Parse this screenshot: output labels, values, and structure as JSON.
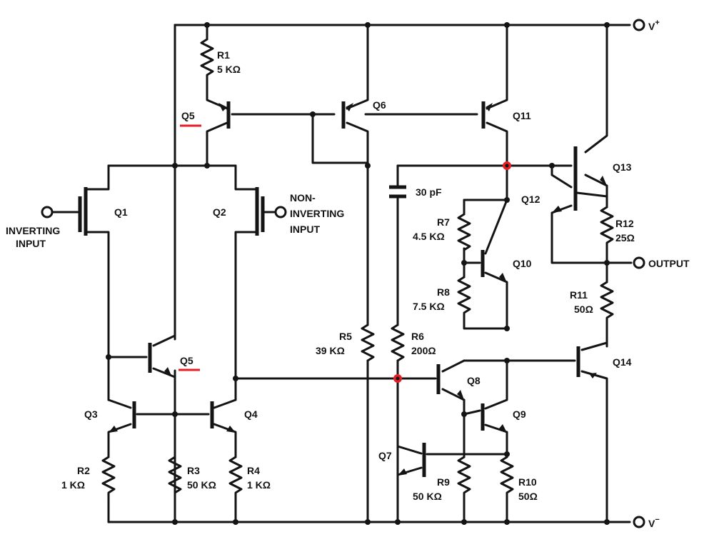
{
  "terminals": {
    "vplus": "V",
    "vplus_sup": "+",
    "vminus": "V",
    "vminus_sup": "−",
    "output": "OUTPUT",
    "inverting_1": "INVERTING",
    "inverting_2": "INPUT",
    "noninverting_1": "NON-",
    "noninverting_2": "INVERTING",
    "noninverting_3": "INPUT"
  },
  "transistors": {
    "q1": "Q1",
    "q2": "Q2",
    "q3": "Q3",
    "q4": "Q4",
    "q5_top": "Q5",
    "q5_bottom": "Q5",
    "q6": "Q6",
    "q7": "Q7",
    "q8": "Q8",
    "q9": "Q9",
    "q10": "Q10",
    "q11": "Q11",
    "q12": "Q12",
    "q13": "Q13",
    "q14": "Q14"
  },
  "resistors": {
    "r1": {
      "name": "R1",
      "value": "5 KΩ"
    },
    "r2": {
      "name": "R2",
      "value": "1 KΩ"
    },
    "r3": {
      "name": "R3",
      "value": "50 KΩ"
    },
    "r4": {
      "name": "R4",
      "value": "1 KΩ"
    },
    "r5": {
      "name": "R5",
      "value": "39 KΩ"
    },
    "r6": {
      "name": "R6",
      "value": "200Ω"
    },
    "r7": {
      "name": "R7",
      "value": "4.5 KΩ"
    },
    "r8": {
      "name": "R8",
      "value": "7.5 KΩ"
    },
    "r9": {
      "name": "R9",
      "value": "50 KΩ"
    },
    "r10": {
      "name": "R10",
      "value": "50Ω"
    },
    "r11": {
      "name": "R11",
      "value": "50Ω"
    },
    "r12": {
      "name": "R12",
      "value": "25Ω"
    }
  },
  "capacitor": {
    "value": "30 pF"
  },
  "colors": {
    "ink": "#141414",
    "highlight": "#e41e26"
  }
}
